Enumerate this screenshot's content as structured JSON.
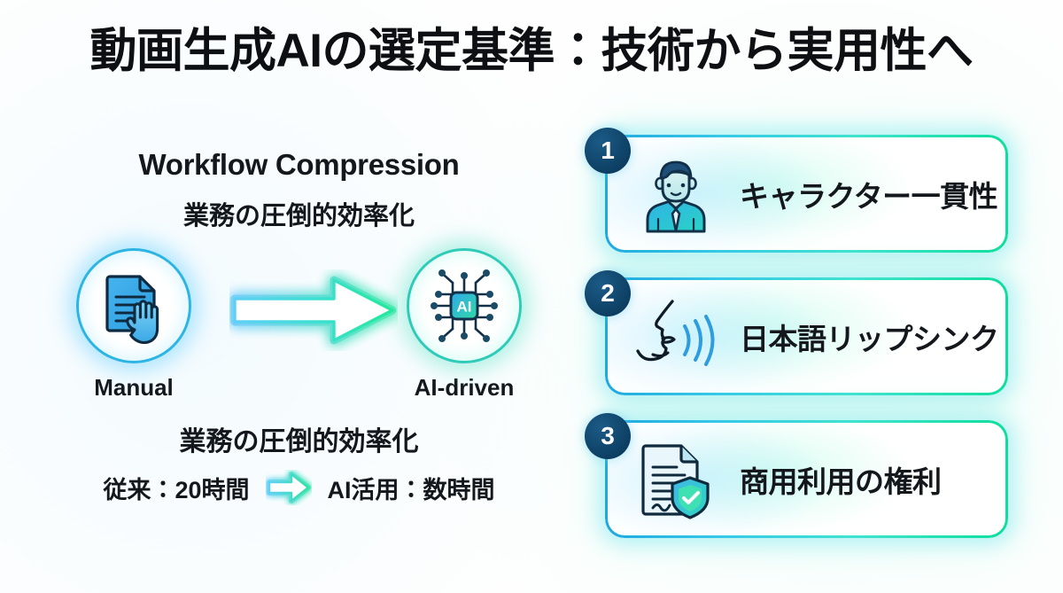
{
  "title": "動画生成AIの選定基準：技術から実用性へ",
  "left_panel": {
    "heading_en": "Workflow Compression",
    "heading_ja": "業務の圧倒的効率化",
    "flow": {
      "from": {
        "label": "Manual",
        "icon": "document-hand-icon"
      },
      "arrow": "arrow-right-icon",
      "to": {
        "label": "AI-driven",
        "icon": "ai-chip-icon"
      }
    },
    "result_heading": "業務の圧倒的効率化",
    "metrics": {
      "before": "従来：20時間",
      "arrow": "arrow-right-small-icon",
      "after": "AI活用：数時間"
    }
  },
  "cards": [
    {
      "number": "1",
      "label": "キャラクター一貫性",
      "icon": "person-avatar-icon"
    },
    {
      "number": "2",
      "label": "日本語リップシンク",
      "icon": "speaking-face-icon"
    },
    {
      "number": "3",
      "label": "商用利用の権利",
      "icon": "document-shield-check-icon"
    }
  ],
  "colors": {
    "accent_cyan": "#2cb4e2",
    "accent_green": "#0ede9b",
    "badge_navy": "#0d3f63",
    "text_dark": "#14181d",
    "background": "#ffffff"
  }
}
